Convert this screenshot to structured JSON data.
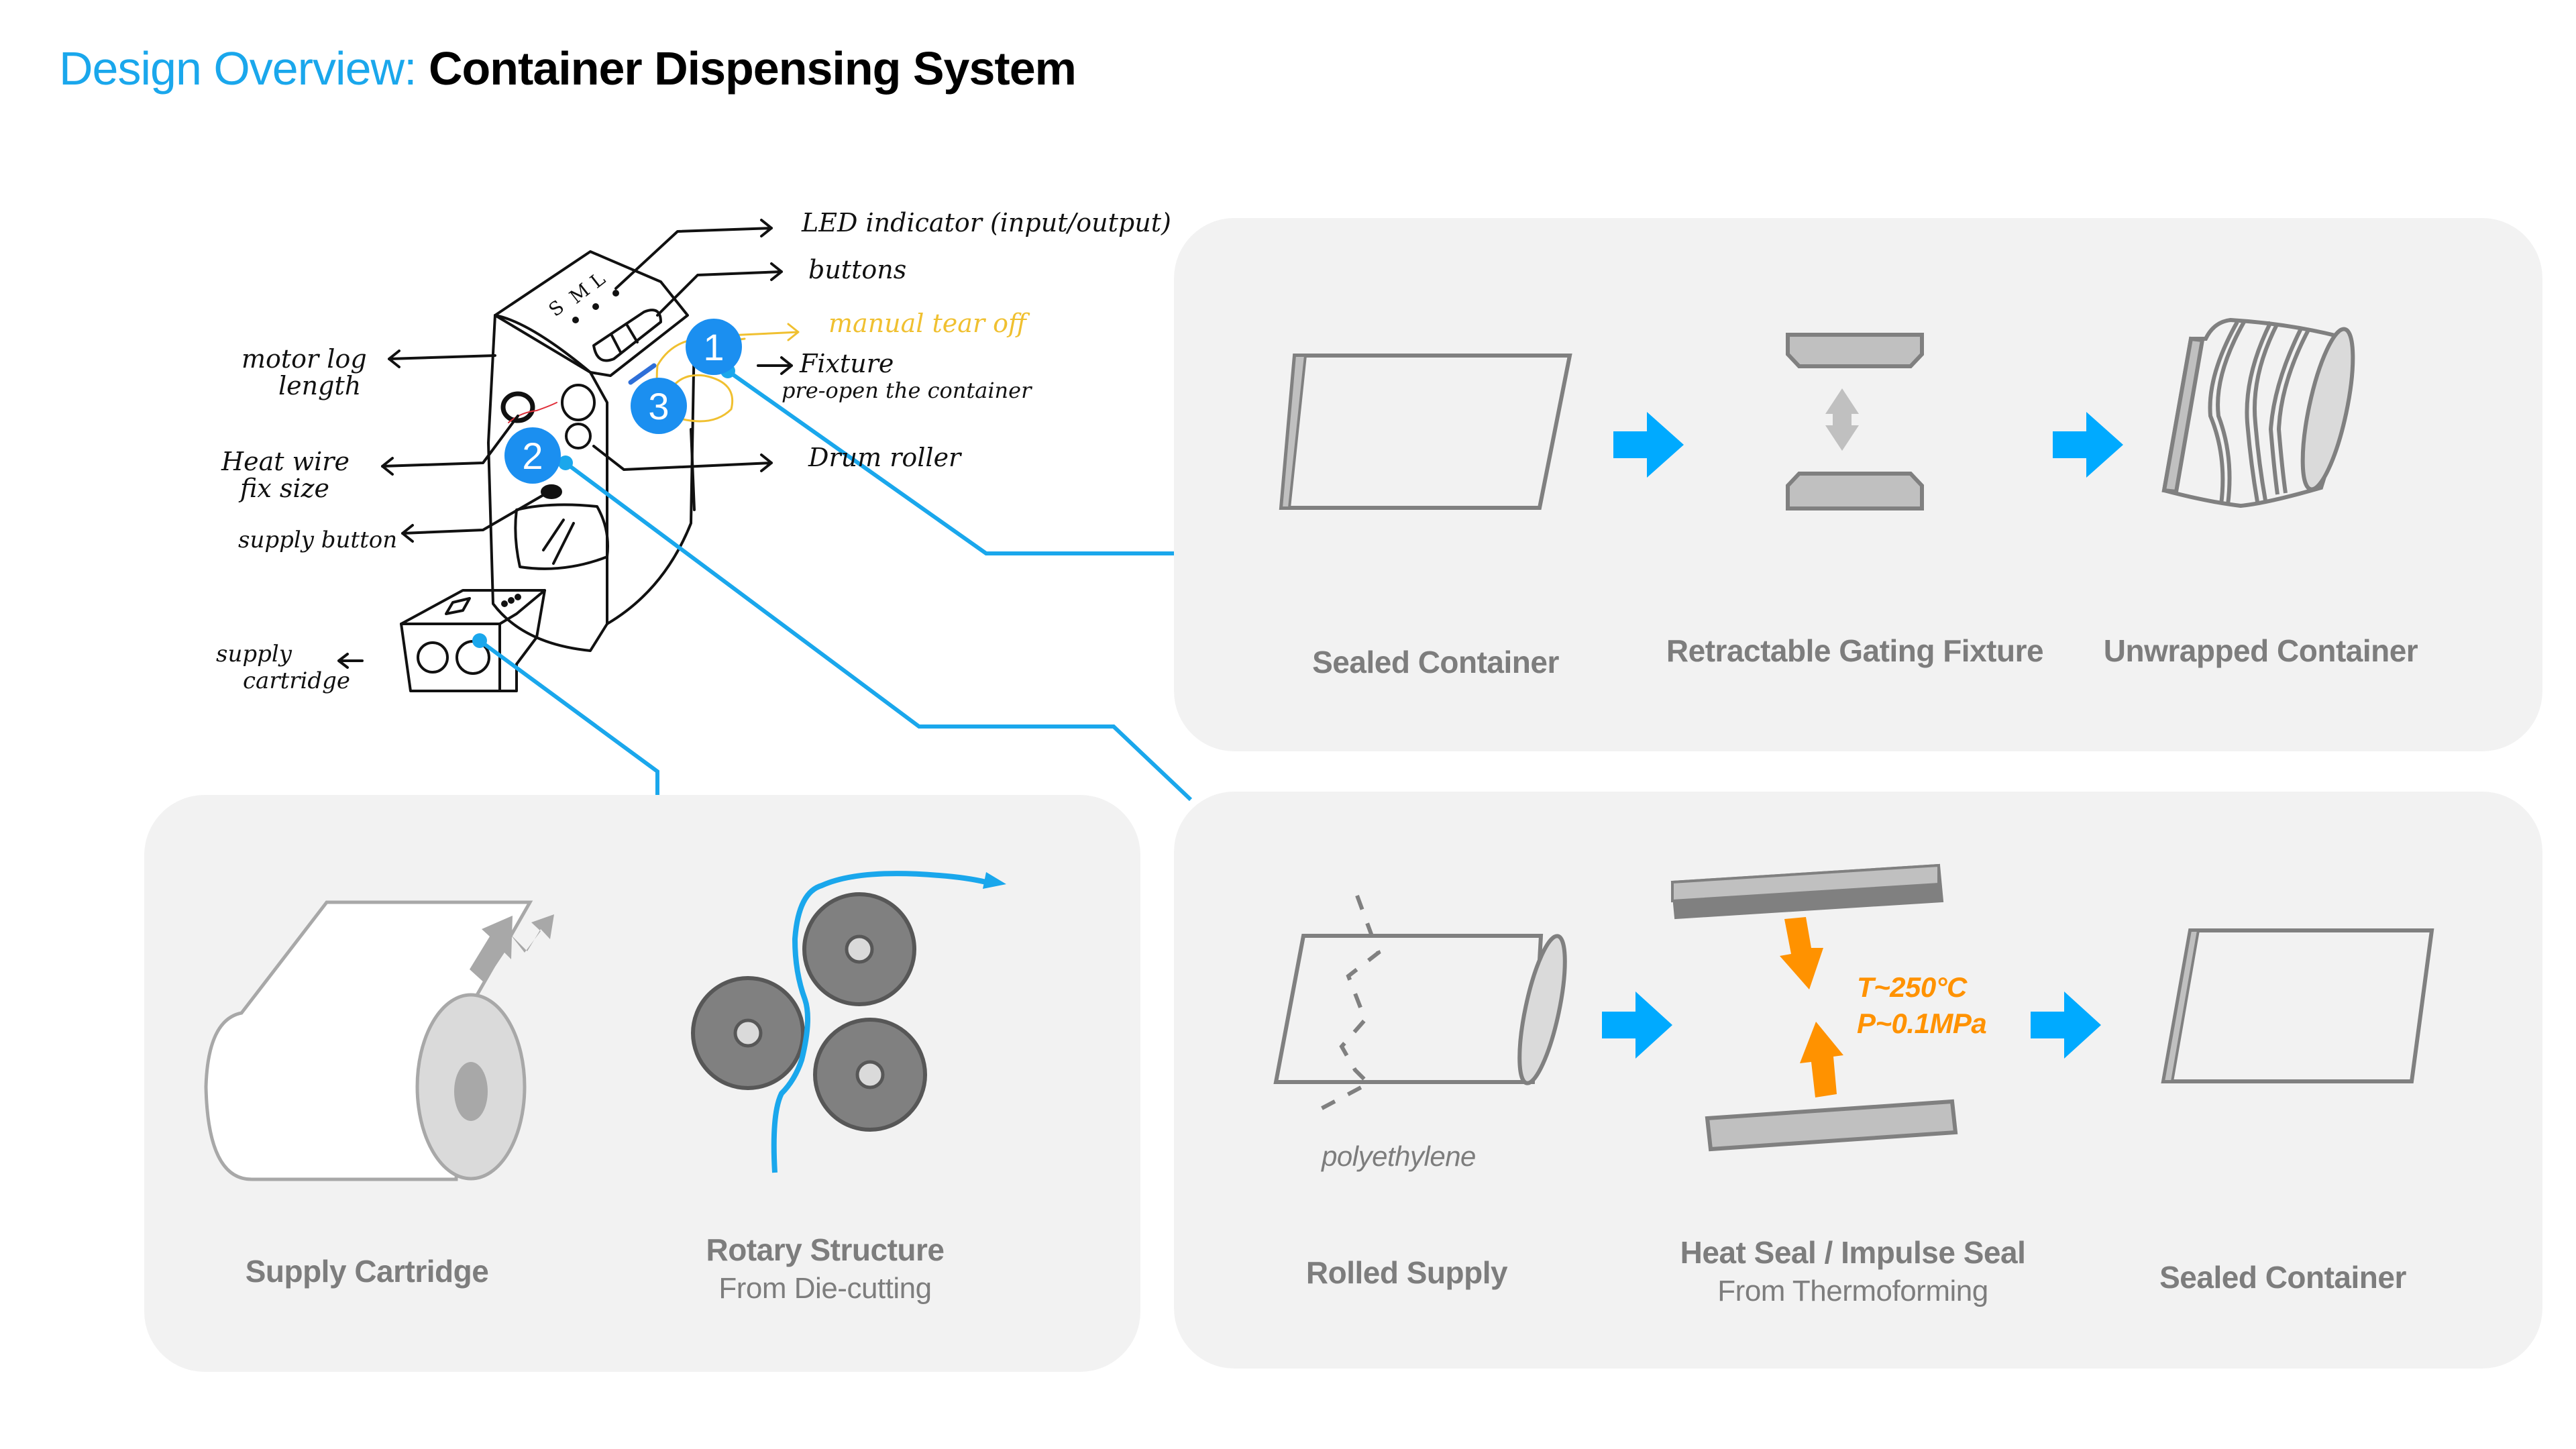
{
  "header": {
    "title_prefix": "Design Overview:",
    "title_main": "Container Dispensing System"
  },
  "colors": {
    "accent_blue": "#1aa7ec",
    "flow_arrow_blue": "#00aaff",
    "badge_blue": "#1b8ff0",
    "heat_orange": "#ff9200",
    "panel_bg": "#f2f2f2",
    "label_gray": "#7d7d7d",
    "sketch_yellow": "#f0c030"
  },
  "sketch": {
    "annotations_right": [
      {
        "id": "led",
        "text": "LED indicator (input/output)"
      },
      {
        "id": "buttons",
        "text": "buttons"
      },
      {
        "id": "tear",
        "text": "manual tear off"
      },
      {
        "id": "fixture",
        "text": "Fixture"
      },
      {
        "id": "preopen",
        "text": "pre-open the container"
      },
      {
        "id": "drum",
        "text": "Drum roller"
      }
    ],
    "annotations_left": [
      {
        "id": "motor",
        "text": "motor log",
        "text2": "length"
      },
      {
        "id": "heat",
        "text": "Heat wire",
        "text2": "fix size"
      },
      {
        "id": "supplybtn",
        "text": "supply button"
      },
      {
        "id": "cartridge",
        "text": "supply",
        "text2": "cartridge"
      }
    ],
    "size_marks": [
      "S",
      "M",
      "L"
    ],
    "badges": [
      "1",
      "2",
      "3"
    ]
  },
  "panels": {
    "unwrap": {
      "steps": [
        {
          "label": "Sealed Container"
        },
        {
          "label": "Retractable Gating Fixture"
        },
        {
          "label": "Unwrapped Container"
        }
      ]
    },
    "supply": {
      "steps": [
        {
          "label": "Supply Cartridge"
        },
        {
          "label": "Rotary Structure",
          "sublabel": "From Die-cutting"
        }
      ]
    },
    "seal": {
      "steps": [
        {
          "label": "Rolled Supply",
          "material": "polyethylene"
        },
        {
          "label": "Heat Seal / Impulse Seal",
          "sublabel": "From Thermoforming",
          "temperature": "T~250°C",
          "pressure": "P~0.1MPa"
        },
        {
          "label": "Sealed Container"
        }
      ]
    }
  }
}
